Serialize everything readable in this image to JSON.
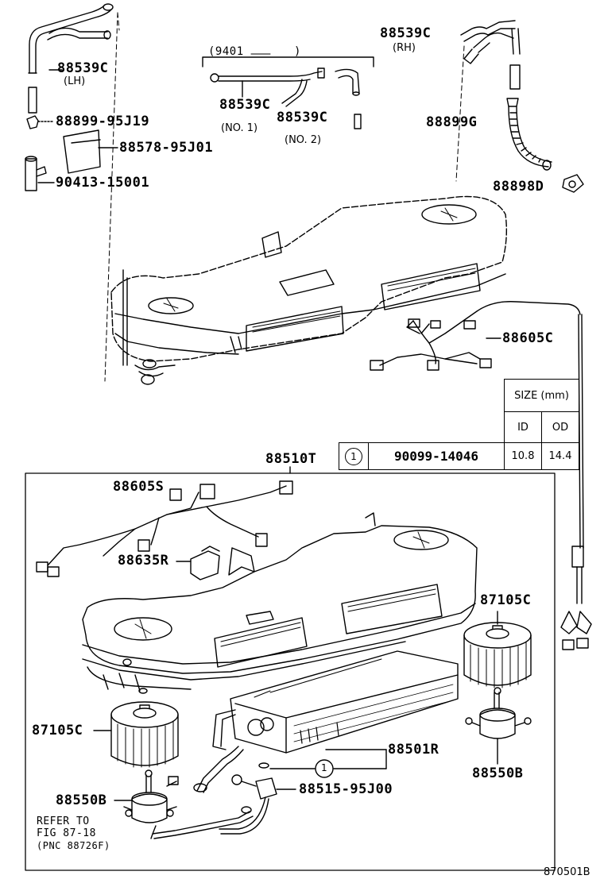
{
  "labels": {
    "p88539c_lh": "88539C",
    "lh": "(LH)",
    "p9401": "(9401",
    "p9401_close": ")",
    "p88539c_no1": "88539C",
    "no1": "(NO. 1)",
    "p88539c_no2": "88539C",
    "no2": "(NO. 2)",
    "p88539c_rh": "88539C",
    "rh": "(RH)",
    "p88899_95j19": "88899-95J19",
    "p88578_95j01": "88578-95J01",
    "p90413_15001": "90413-15001",
    "p88899g": "88899G",
    "p88898d": "88898D",
    "p88605c": "88605C",
    "p88510t": "88510T",
    "p88605s": "88605S",
    "p88635r": "88635R",
    "p87105c_right": "87105C",
    "p87105c_left": "87105C",
    "p88501r": "88501R",
    "p88550b_right": "88550B",
    "p88550b_left": "88550B",
    "p88515_95j00": "88515-95J00",
    "callout_1": "1",
    "diagram_id": "870501B"
  },
  "refer_note": {
    "line1": "REFER TO",
    "line2": "FIG 87-18",
    "line3": "(PNC 88726F)"
  },
  "size_table": {
    "title": "SIZE (mm)",
    "col_id": "ID",
    "col_od": "OD",
    "ref": "1",
    "part": "90099-14046",
    "id_value": "10.8",
    "od_value": "14.4"
  }
}
